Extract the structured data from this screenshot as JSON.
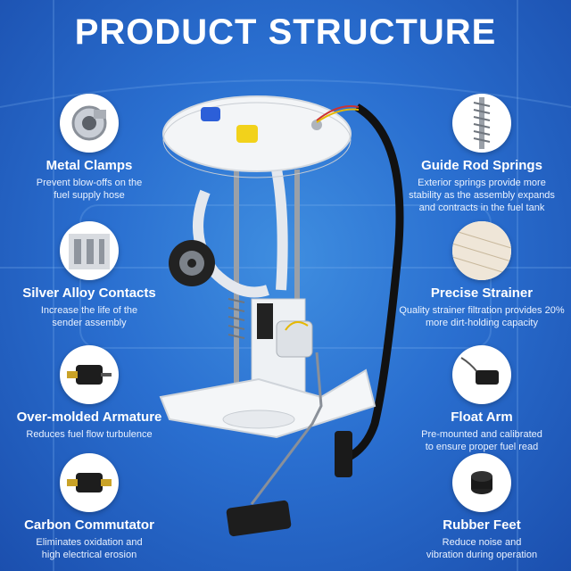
{
  "title": "PRODUCT STRUCTURE",
  "features_left": [
    {
      "name": "Metal Clamps",
      "desc_1": "Prevent blow-offs on the",
      "desc_2": "fuel supply hose",
      "icon": "metal-clamp-icon"
    },
    {
      "name": "Silver Alloy Contacts",
      "desc_1": "Increase the life of the",
      "desc_2": "sender assembly",
      "icon": "silver-contacts-icon"
    },
    {
      "name": "Over-molded Armature",
      "desc_1": "Reduces fuel flow turbulence",
      "desc_2": "",
      "icon": "armature-icon"
    },
    {
      "name": "Carbon Commutator",
      "desc_1": "Eliminates oxidation and",
      "desc_2": "high electrical erosion",
      "icon": "commutator-icon"
    }
  ],
  "features_right": [
    {
      "name": "Guide Rod Springs",
      "desc_1": "Exterior springs provide more",
      "desc_2": "stability as the assembly expands",
      "desc_3": "and contracts in the fuel tank",
      "icon": "spring-icon"
    },
    {
      "name": "Precise Strainer",
      "desc_1": "Quality strainer filtration provides 20%",
      "desc_2": "more dirt-holding capacity",
      "desc_3": "",
      "icon": "strainer-icon"
    },
    {
      "name": "Float Arm",
      "desc_1": "Pre-mounted and calibrated",
      "desc_2": "to ensure proper fuel read",
      "desc_3": "",
      "icon": "float-arm-icon"
    },
    {
      "name": "Rubber Feet",
      "desc_1": "Reduce noise and",
      "desc_2": "vibration during operation",
      "desc_3": "",
      "icon": "rubber-feet-icon"
    }
  ],
  "colors": {
    "background": "#2a6fd0",
    "accent_blue": "#2c5fd8",
    "accent_yellow": "#f2d21b"
  }
}
